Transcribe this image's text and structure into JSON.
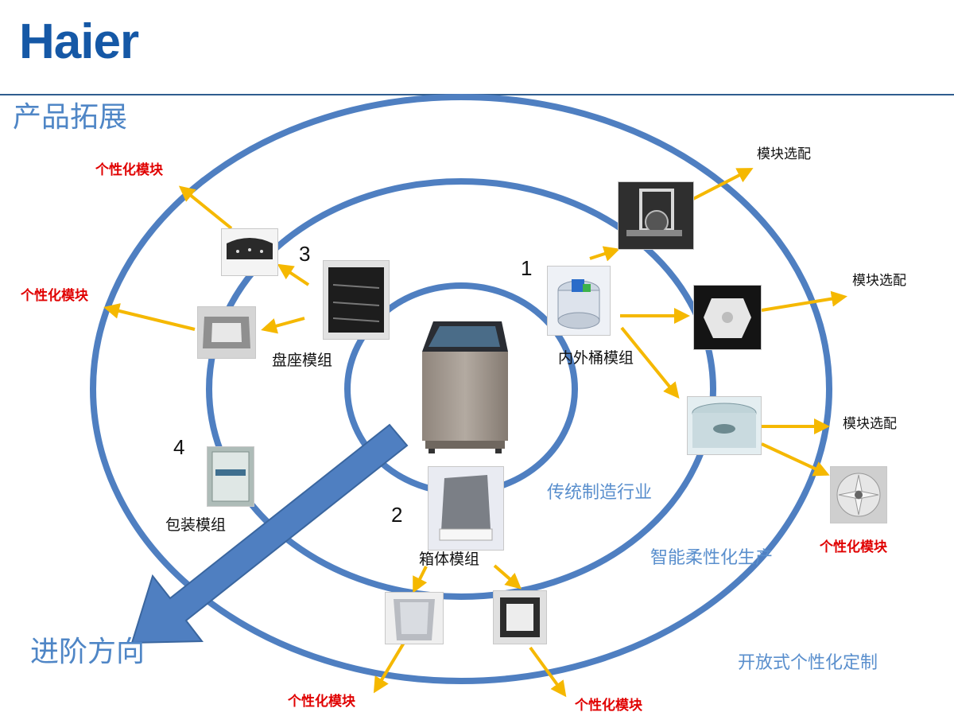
{
  "header": {
    "logo_text": "Haier",
    "title": "产品拓展"
  },
  "rings": {
    "inner": "传统制造行业",
    "middle": "智能柔性化生产",
    "outer": "开放式个性化定制"
  },
  "direction_label": "进阶方向",
  "modules": {
    "m1": {
      "number": "1",
      "label": "内外桶模组"
    },
    "m2": {
      "number": "2",
      "label": "箱体模组"
    },
    "m3": {
      "number": "3",
      "label": "盘座模组"
    },
    "m4": {
      "number": "4",
      "label": "包装模组"
    }
  },
  "outcomes": {
    "a": "模块选配",
    "b": "模块选配",
    "c": "模块选配",
    "d": "个性化模块",
    "e": "个性化模块",
    "f": "个性化模块",
    "g": "个性化模块",
    "h": "个性化模块"
  },
  "colors": {
    "ring": "#4f7fc1",
    "arrow": "#f5b800",
    "big_arrow": "#4f7fc1",
    "accent_red": "#e00000",
    "logo": "#1558a6"
  }
}
